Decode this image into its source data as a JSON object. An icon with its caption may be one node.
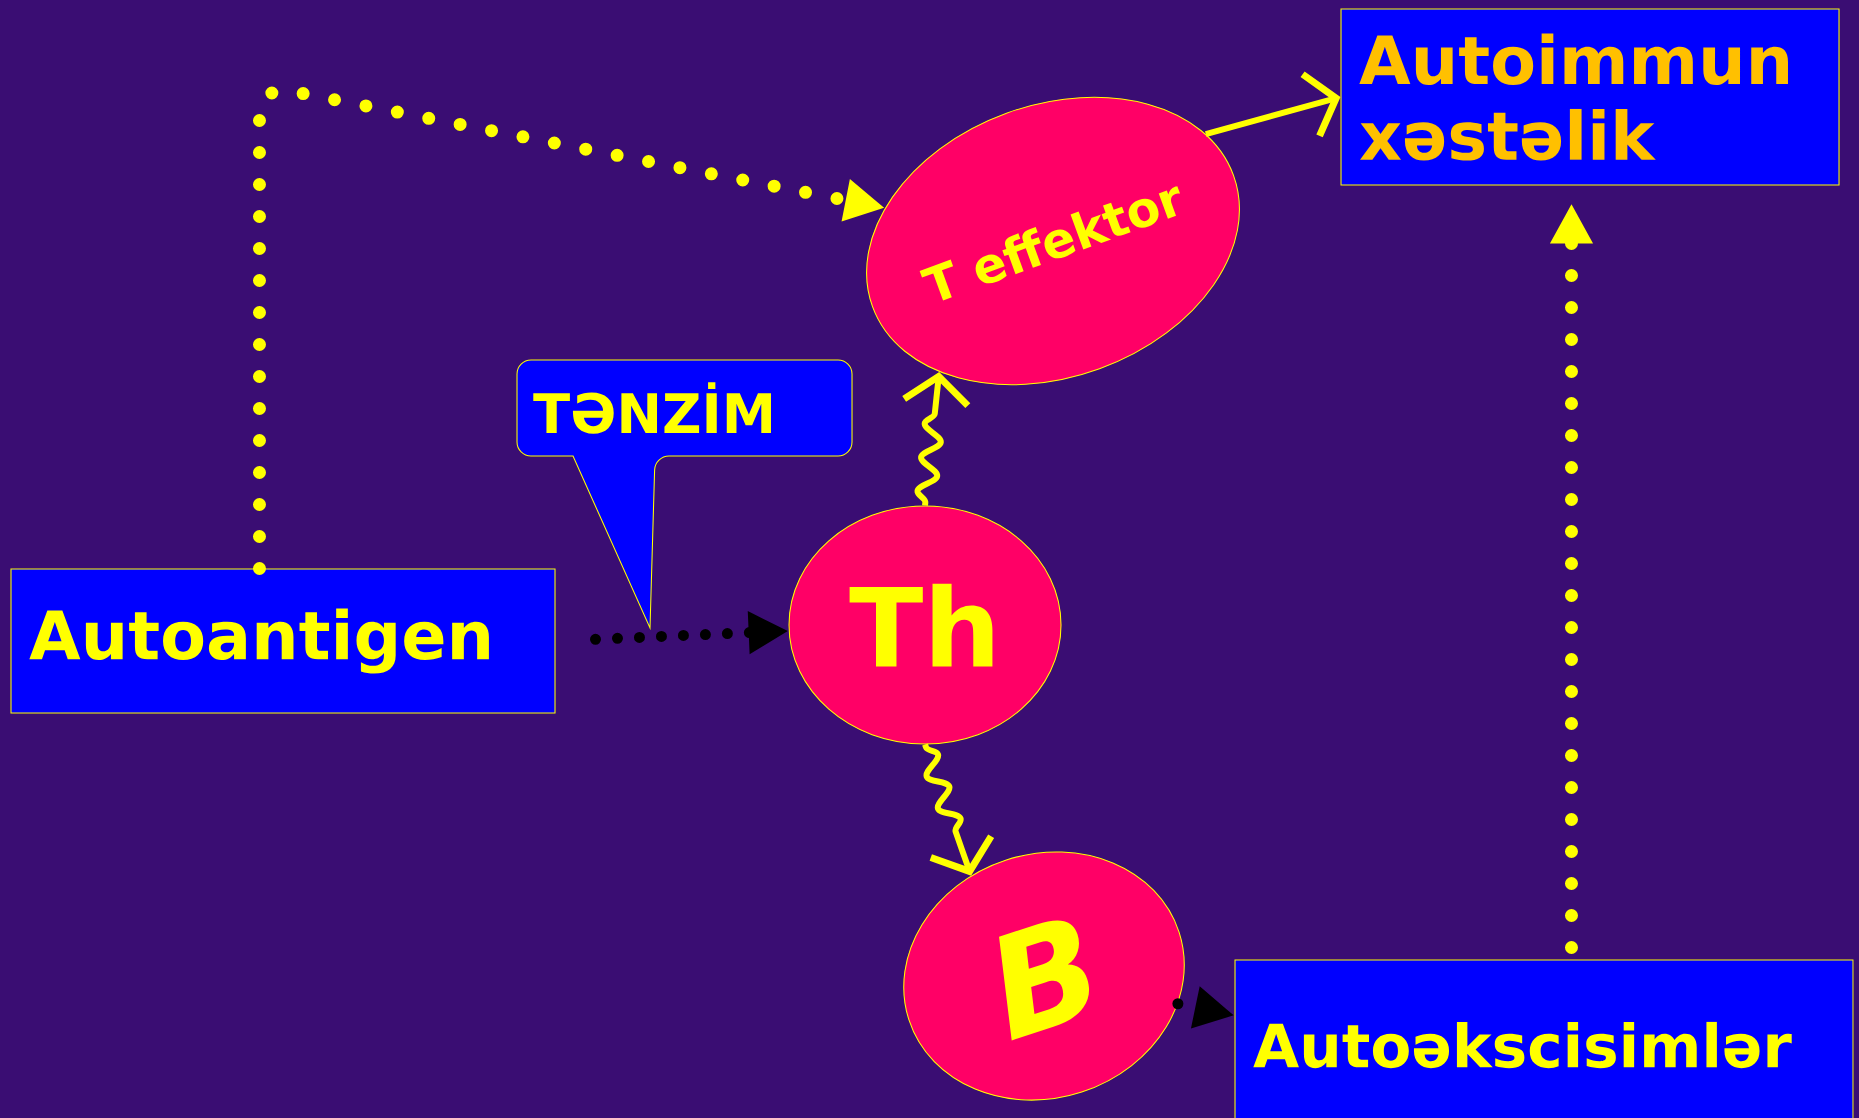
{
  "diagram": {
    "nodes": [
      {
        "text": [
          "Autoimmun xəstəlik"
        ]
      },
      {
        "text": [
          "T effektor"
        ]
      },
      {
        "text": [
          "TƏNZİM"
        ]
      },
      {
        "text": [
          "Autoantigen"
        ]
      },
      {
        "text": [
          "Th"
        ]
      },
      {
        "text": [
          "B"
        ]
      },
      {
        "text": [
          "Autoəkscisimlər"
        ]
      }
    ],
    "edges": [
      {
        "from": 3,
        "to": 1,
        "arrow": "to",
        "style": "dashed"
      },
      {
        "from": 3,
        "to": 4,
        "arrow": "to",
        "style": "dashed",
        "color": "#000000"
      },
      {
        "from": 4,
        "to": 1,
        "arrow": "to"
      },
      {
        "from": 4,
        "to": 5,
        "arrow": "to"
      },
      {
        "from": 1,
        "to": 0,
        "arrow": "to"
      },
      {
        "from": 5,
        "to": 6,
        "arrow": "to",
        "style": "dashed",
        "color": "#000000"
      },
      {
        "from": 6,
        "to": 0,
        "arrow": "to",
        "style": "dashed"
      }
    ]
  }
}
